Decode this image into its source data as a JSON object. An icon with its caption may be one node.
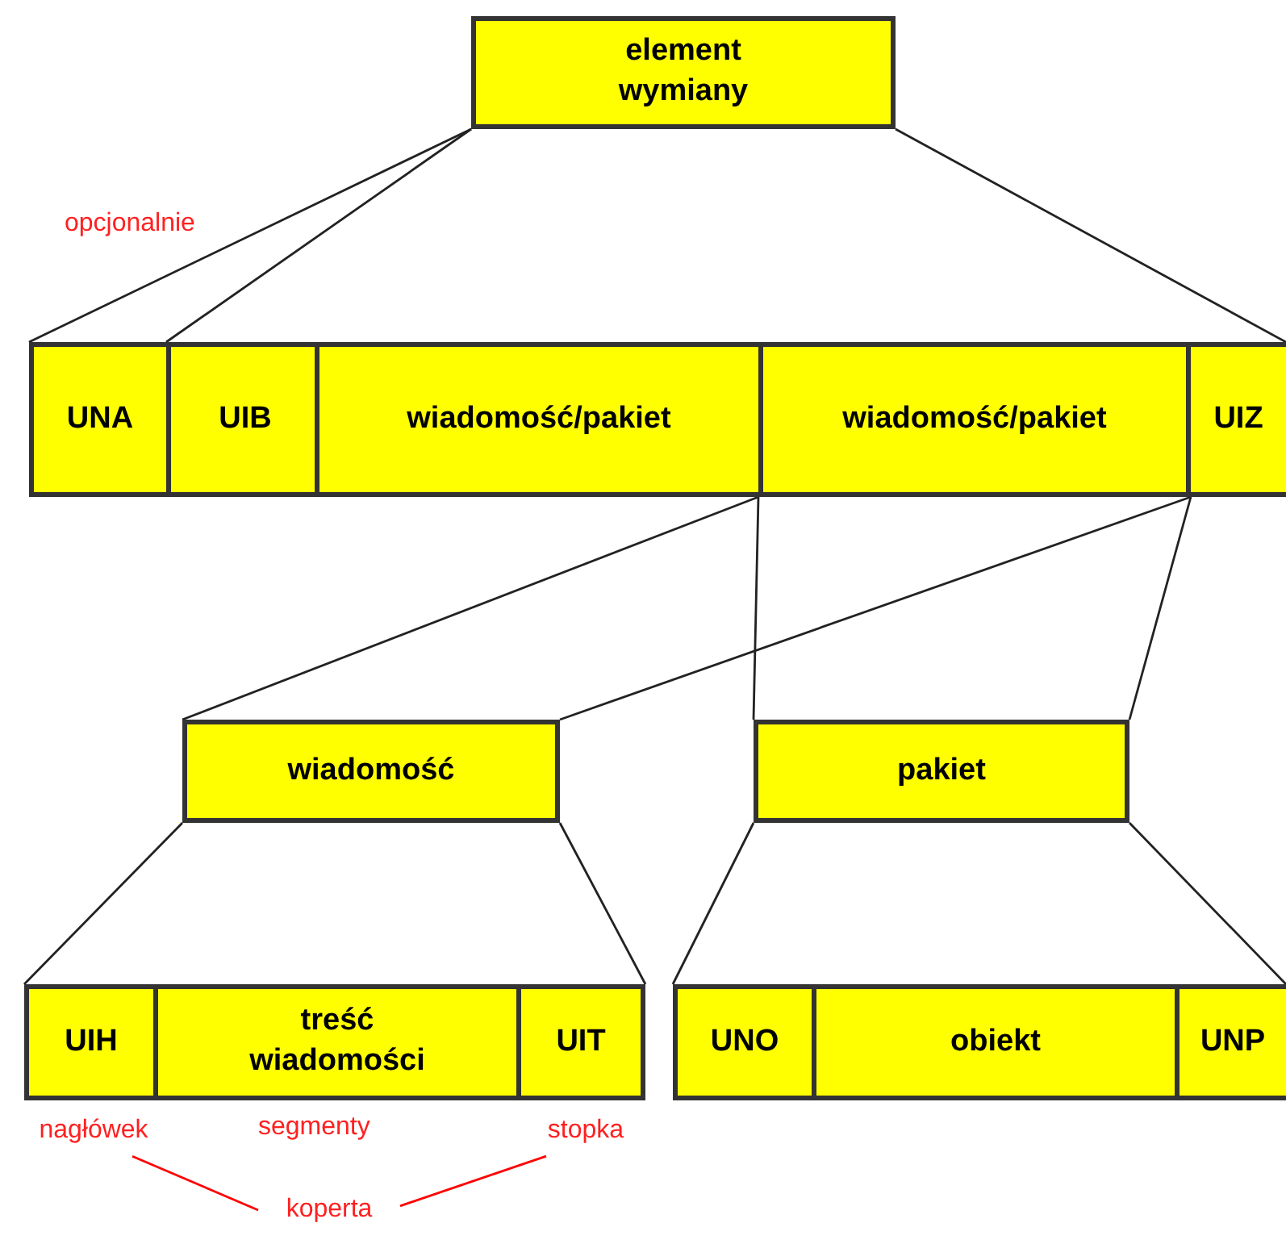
{
  "diagram": {
    "nodes": [
      {
        "text": [
          "element wymiany"
        ]
      },
      {
        "text": [
          "UNA"
        ]
      },
      {
        "text": [
          "UIB"
        ]
      },
      {
        "text": [
          "wiadomość/pakiet"
        ]
      },
      {
        "text": [
          "wiadomość/pakiet"
        ]
      },
      {
        "text": [
          "UIZ"
        ]
      },
      {
        "text": [
          "wiadomość"
        ]
      },
      {
        "text": [
          "pakiet"
        ]
      },
      {
        "text": [
          "UIH"
        ]
      },
      {
        "text": [
          "treść wiadomości"
        ],
        "beside": [
          "segmenty"
        ]
      },
      {
        "text": [
          "UIT"
        ]
      },
      {
        "text": [
          "UNO"
        ]
      },
      {
        "text": [
          "obiekt"
        ]
      },
      {
        "text": [
          "UNP"
        ]
      },
      {
        "text": [
          "nagłówek"
        ]
      },
      {
        "text": [
          "stopka"
        ]
      },
      {
        "text": [
          "koperta"
        ]
      }
    ],
    "edges": [
      {
        "from": 0,
        "to": 1,
        "arrow": "none"
      },
      {
        "from": 0,
        "to": 2,
        "arrow": "none"
      },
      {
        "from": 0,
        "to": 5,
        "arrow": "none"
      },
      {
        "from": 4,
        "to": 6,
        "arrow": "none"
      },
      {
        "from": 4,
        "to": 6,
        "arrow": "none"
      },
      {
        "from": 4,
        "to": 7,
        "arrow": "none"
      },
      {
        "from": 4,
        "to": 7,
        "arrow": "none"
      },
      {
        "from": 6,
        "to": 8,
        "arrow": "none"
      },
      {
        "from": 6,
        "to": 10,
        "arrow": "none"
      },
      {
        "from": 7,
        "to": 11,
        "arrow": "none"
      },
      {
        "from": 7,
        "to": 13,
        "arrow": "none"
      },
      {
        "from": 16,
        "to": 14,
        "arrow": "none",
        "color": "#ff0000"
      },
      {
        "from": 16,
        "to": 15,
        "arrow": "none",
        "color": "#ff0000"
      }
    ],
    "labels": [
      "opcjonalnie"
    ]
  }
}
